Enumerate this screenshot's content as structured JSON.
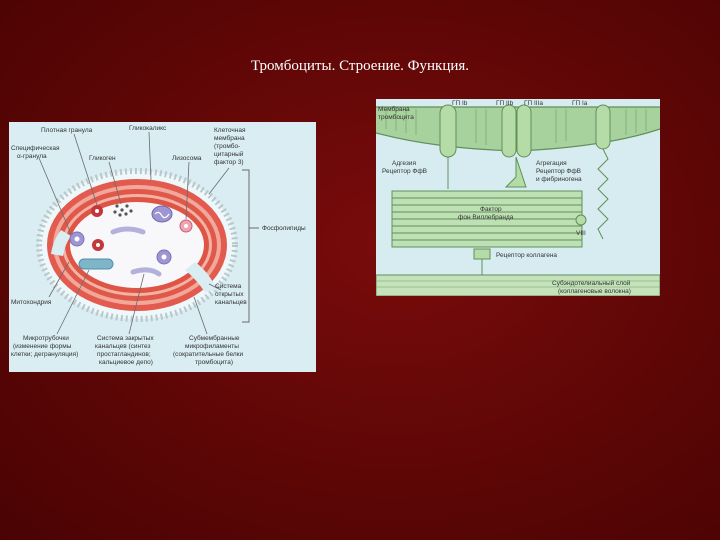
{
  "slide": {
    "title": "Тромбоциты. Строение. Функция.",
    "background_color": "#5e0606",
    "title_color": "#ffffff"
  },
  "figure_left": {
    "labels": {
      "dense_granule": "Плотная гранула",
      "glycocalyx": "Гликокаликс",
      "cell_membrane": [
        "Клеточная",
        "мембрана",
        "(тромбо-",
        "цитарный",
        "фактор 3)"
      ],
      "alpha_granule": [
        "Специфическая",
        "α-гранула"
      ],
      "glycogen": "Гликоген",
      "lysosome": "Лизосома",
      "phospholipids": "Фосфолипиды",
      "mitochondria": "Митохондрия",
      "open_canalicular": [
        "Система",
        "открытых",
        "канальцев"
      ],
      "microtubules": [
        "Микротрубочки",
        "(изменение формы",
        "клетки; дегрануляция)"
      ],
      "closed_canalicular": [
        "Система закрытых",
        "канальцев (синтез",
        "простагландинов;",
        "кальциевое депо)"
      ],
      "microfilaments": [
        "Субмембранные",
        "микрофиламенты",
        "(сократительные белки",
        "тромбоцита)"
      ]
    }
  },
  "figure_right": {
    "labels": {
      "gp_ib": "ГП Ib",
      "gp_iib": "ГП IIb",
      "gp_iiia": "ГП IIIa",
      "gp_ia": "ГП Ia",
      "membrane": [
        "Мембрана",
        "тромбоцита"
      ],
      "adhesion": [
        "Адгезия",
        "Рецептор ФфВ"
      ],
      "aggregation": [
        "Агрегация",
        "Рецептор ФфВ",
        "и фибриногена"
      ],
      "vwf": [
        "Фактор",
        "фон Виллебранда"
      ],
      "factor_viii": "VIII",
      "collagen_receptor": "Рецептор коллагена",
      "subendothelial": [
        "Субэндотелиальный слой",
        "(коллагеновые волокна)"
      ]
    }
  }
}
